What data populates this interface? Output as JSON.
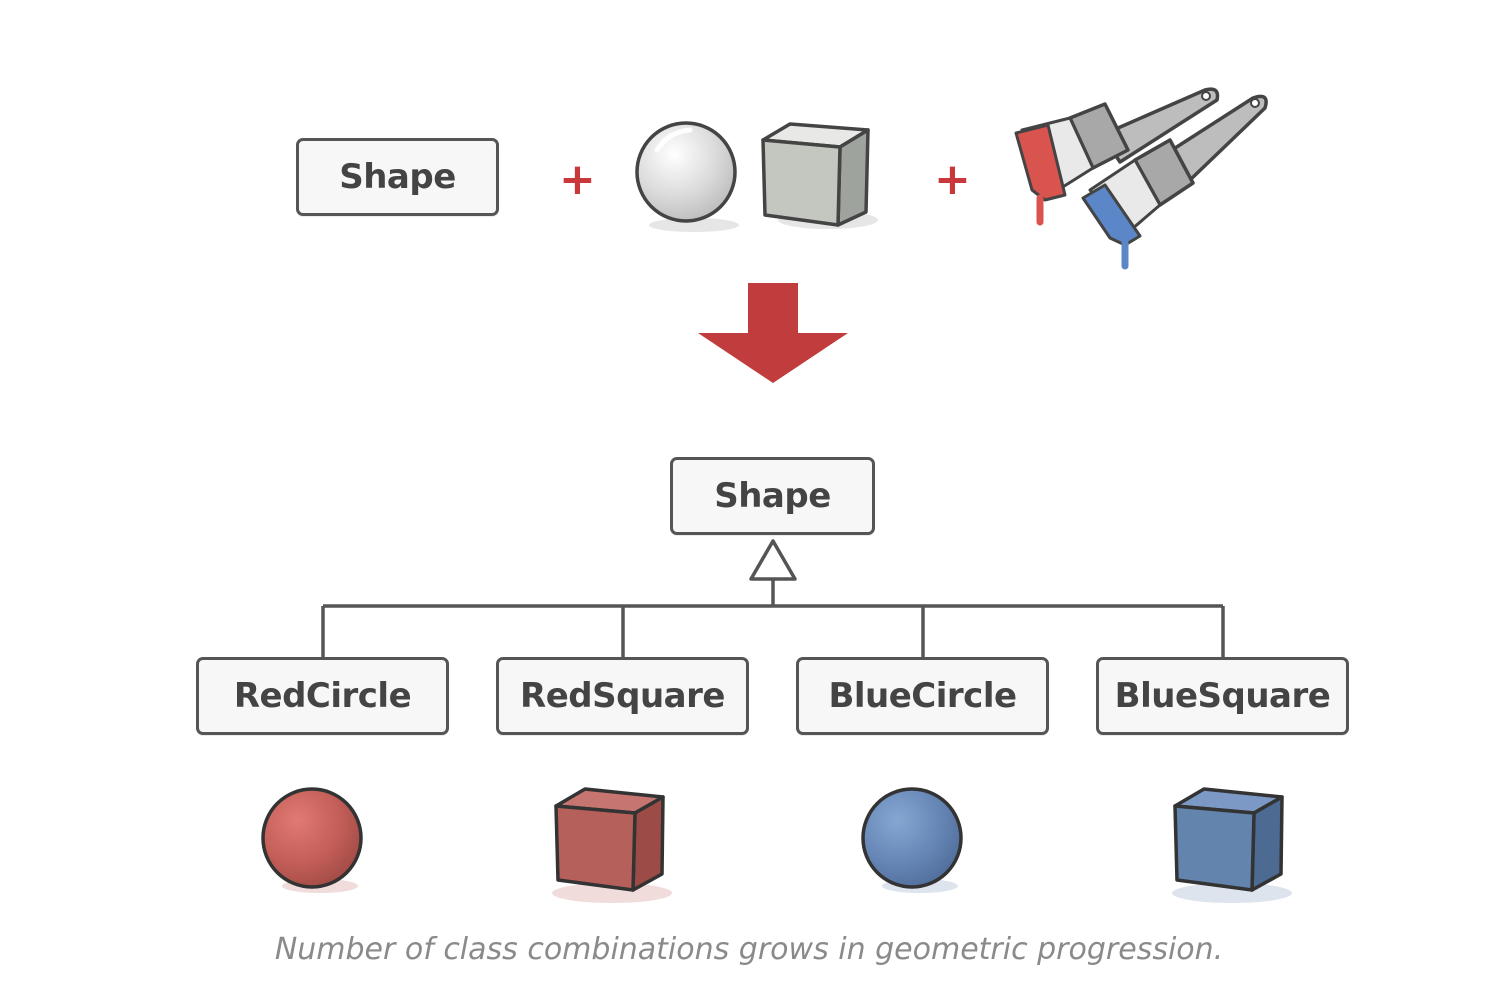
{
  "top_row": {
    "class_label": "Shape",
    "plus_sign": "+",
    "shape_icons": [
      "sphere-icon",
      "cube-icon"
    ],
    "color_icons": [
      "red-paintbrush-icon",
      "blue-paintbrush-icon"
    ]
  },
  "arrow_icon": "down-arrow-icon",
  "hierarchy": {
    "parent": "Shape",
    "children": [
      {
        "label": "RedCircle",
        "icon": "red-sphere-icon",
        "color": "#c0504d"
      },
      {
        "label": "RedSquare",
        "icon": "red-cube-icon",
        "color": "#b85a56"
      },
      {
        "label": "BlueCircle",
        "icon": "blue-sphere-icon",
        "color": "#5f85b3"
      },
      {
        "label": "BlueSquare",
        "icon": "blue-cube-icon",
        "color": "#5f80a8"
      }
    ]
  },
  "colors": {
    "accent_red": "#c9383a",
    "paint_red": "#d9534f",
    "paint_blue": "#5b86c8",
    "box_border": "#555555",
    "box_fill": "#f7f7f7"
  },
  "caption": "Number of class combinations grows in geometric progression."
}
